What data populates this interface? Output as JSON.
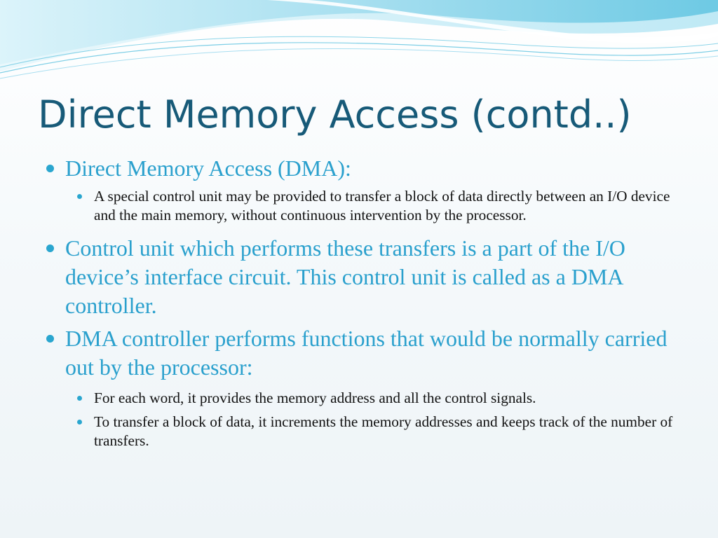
{
  "slide": {
    "title": "Direct Memory Access (contd..)",
    "items": [
      {
        "text": "Direct Memory Access (DMA):",
        "sub": [
          {
            "text": "A special control unit may be provided to transfer a block of data directly between an I/O device and the main memory, without continuous intervention by the processor."
          }
        ]
      },
      {
        "text": "Control unit which performs these transfers is a part of the I/O device’s interface circuit. This control unit is called as a DMA controller.",
        "sub": []
      },
      {
        "text": "DMA controller performs functions that would be normally carried out by the processor:",
        "sub": [
          {
            "text": "For each word, it provides the memory address and all the control signals."
          },
          {
            "text": "To transfer a block of data, it increments the memory addresses and keeps track of the number of transfers."
          }
        ]
      }
    ]
  },
  "colors": {
    "title": "#175a78",
    "level1_text": "#2aa0cd",
    "level2_text": "#111111",
    "bullet": "#2aa6cf",
    "wave_light": "#bfe9f5",
    "wave_dark": "#5cc3e0"
  }
}
